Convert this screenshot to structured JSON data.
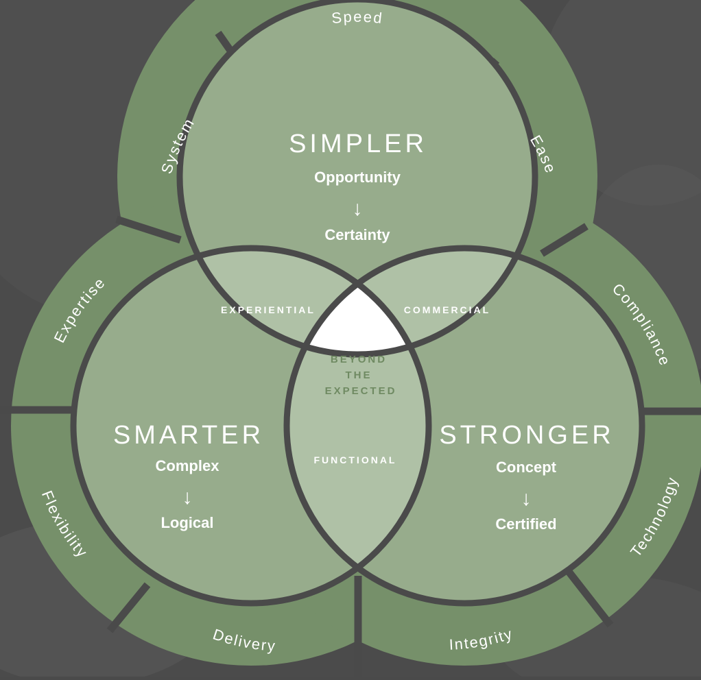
{
  "colors": {
    "background": "#4b4b4b",
    "ring": "#76906a",
    "circle": "#97ac8c",
    "overlap": "#afc1a6",
    "center": "#ffffff",
    "outline": "#4a4a4a",
    "center_text": "#6f8a62",
    "text": "#ffffff"
  },
  "circles": {
    "top": {
      "title": "SIMPLER",
      "from": "Opportunity",
      "to": "Certainty"
    },
    "left": {
      "title": "SMARTER",
      "from": "Complex",
      "to": "Logical"
    },
    "right": {
      "title": "STRONGER",
      "from": "Concept",
      "to": "Certified"
    },
    "arrow": "↓"
  },
  "overlaps": {
    "top_left": "EXPERIENTIAL",
    "top_right": "COMMERCIAL",
    "left_right": "FUNCTIONAL",
    "center": [
      "BEYOND",
      "THE",
      "EXPECTED"
    ]
  },
  "ring_labels": {
    "speed": "Speed",
    "system": "System",
    "ease": "Ease",
    "expertise": "Expertise",
    "compliance": "Compliance",
    "flexibility": "Flexibility",
    "technology": "Technology",
    "delivery": "Delivery",
    "integrity": "Integrity"
  }
}
